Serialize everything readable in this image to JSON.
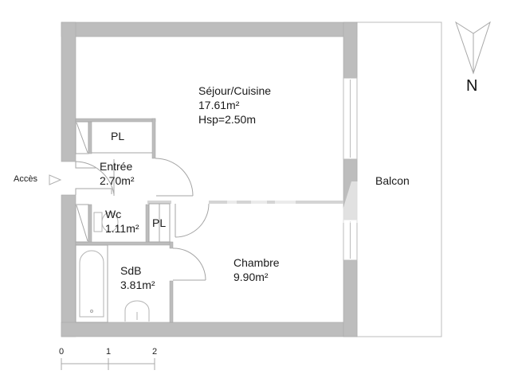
{
  "plan": {
    "colors": {
      "wall": "#bdbdbd",
      "wall_edge": "#9a9a9a",
      "line": "#9e9e9e",
      "background": "#ffffff"
    },
    "rooms": [
      {
        "id": "sejour",
        "name": "Séjour/Cuisine",
        "area": "17.61m²",
        "height": "Hsp=2.50m"
      },
      {
        "id": "entree",
        "name": "Entrée",
        "area": "2.70m²"
      },
      {
        "id": "wc",
        "name": "Wc",
        "area": "1.11m²"
      },
      {
        "id": "sdb",
        "name": "SdB",
        "area": "3.81m²"
      },
      {
        "id": "chambre",
        "name": "Chambre",
        "area": "9.90m²"
      },
      {
        "id": "balcon",
        "name": "Balcon"
      }
    ],
    "closets": [
      {
        "id": "pl-entree",
        "label": "PL"
      },
      {
        "id": "pl-wc",
        "label": "PL"
      }
    ],
    "access_label": "Accès",
    "compass": {
      "label": "N"
    },
    "scale_bar": {
      "ticks": [
        "0",
        "1",
        "2"
      ]
    }
  }
}
